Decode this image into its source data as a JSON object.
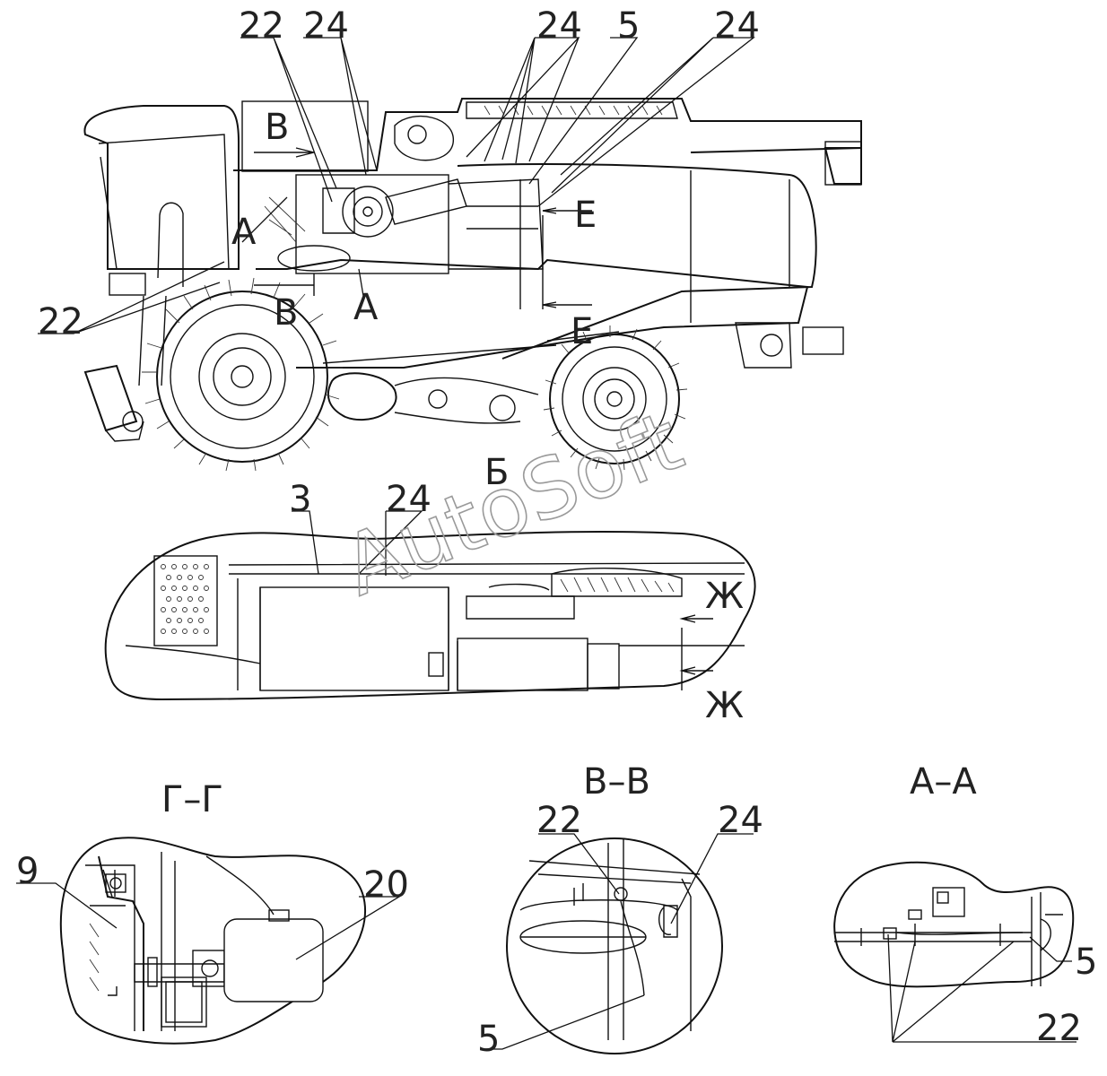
{
  "watermark": "AutoSoft",
  "main_view": {
    "callouts": [
      "22",
      "24",
      "24",
      "5",
      "24",
      "22"
    ],
    "section_marks": [
      "В",
      "В",
      "А",
      "А",
      "Е",
      "Е"
    ]
  },
  "detail_b": {
    "title": "Б",
    "callouts": [
      "3",
      "24"
    ],
    "section_marks": [
      "Ж",
      "Ж"
    ]
  },
  "section_gg": {
    "title": "Г–Г",
    "callouts": [
      "9",
      "20"
    ]
  },
  "section_vv": {
    "title": "В–В",
    "callouts": [
      "22",
      "24",
      "5"
    ]
  },
  "section_aa": {
    "title": "А–А",
    "callouts": [
      "5",
      "22"
    ]
  }
}
